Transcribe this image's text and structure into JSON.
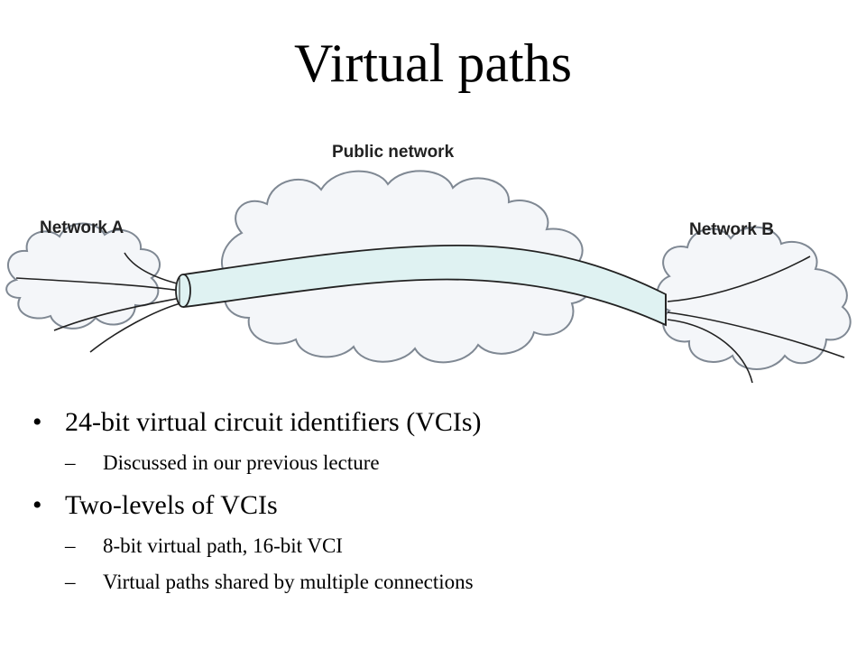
{
  "slide": {
    "title": "Virtual paths",
    "diagram": {
      "public_network_label": "Public network",
      "network_a_label": "Network  A",
      "network_b_label": "Network  B"
    },
    "bullets": [
      {
        "marker": "•",
        "text": "24-bit virtual circuit identifiers (VCIs)",
        "sub": [
          {
            "marker": "–",
            "text": "Discussed in our previous lecture"
          }
        ]
      },
      {
        "marker": "•",
        "text": "Two-levels of VCIs",
        "sub": [
          {
            "marker": "–",
            "text": "8-bit virtual path, 16-bit VCI"
          },
          {
            "marker": "–",
            "text": "Virtual paths shared by multiple connections"
          }
        ]
      }
    ],
    "colors": {
      "cloud_fill": "#f4f6f9",
      "cloud_stroke": "#7f8893",
      "tube_fill": "#dff2f2",
      "tube_stroke": "#222222"
    }
  }
}
